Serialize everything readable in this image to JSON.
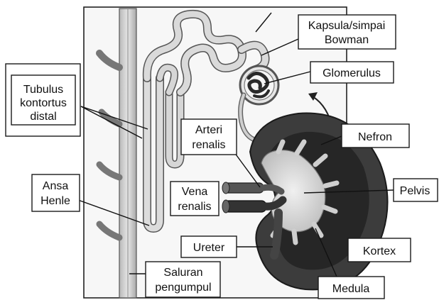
{
  "labels": {
    "kapsula_line1": "Kapsula/simpai",
    "kapsula_line2": "Bowman",
    "glomerulus": "Glomerulus",
    "tubulus_line1": "Tubulus",
    "tubulus_line2": "kontortus",
    "tubulus_line3": "distal",
    "nefron": "Nefron",
    "arteri_line1": "Arteri",
    "arteri_line2": "renalis",
    "ansa_line1": "Ansa",
    "ansa_line2": "Henle",
    "vena_line1": "Vena",
    "vena_line2": "renalis",
    "pelvis": "Pelvis",
    "ureter": "Ureter",
    "kortex": "Kortex",
    "saluran_line1": "Saluran",
    "saluran_line2": "pengumpul",
    "medula": "Medula"
  },
  "colors": {
    "kidney_cortex": "#3c3c3c",
    "kidney_medulla": "#222222",
    "pelvis": "#dcdcdc",
    "tubule_fill": "#cfcfcf",
    "tubule_stroke": "#555555",
    "panel_bg": "#f7f7f7"
  }
}
